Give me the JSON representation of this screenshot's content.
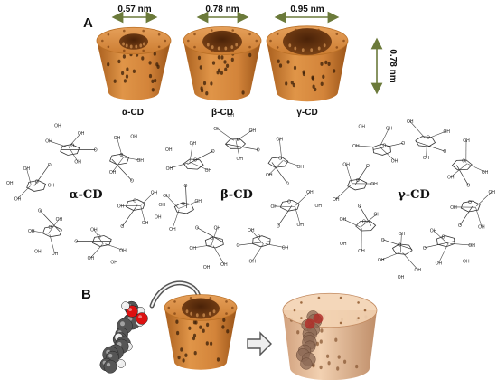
{
  "panel_a": {
    "label": "A",
    "cups": [
      {
        "width_label": "0.57 nm",
        "name": "α-CD"
      },
      {
        "width_label": "0.78 nm",
        "name": "β-CD"
      },
      {
        "width_label": "0.95 nm",
        "name": "γ-CD"
      }
    ],
    "height_label": "0.78 nm"
  },
  "structures": [
    {
      "name": "α-CD",
      "units": 6,
      "oh": "OH"
    },
    {
      "name": "β-CD",
      "units": 7,
      "oh": "OH"
    },
    {
      "name": "γ-CD",
      "units": 8,
      "oh": "OH"
    }
  ],
  "panel_b": {
    "label": "B"
  },
  "colors": {
    "cup": "#d98a3a",
    "cup_dark": "#b96f25",
    "cavity": "#6e3a12",
    "translucent": "#e8b98c"
  }
}
